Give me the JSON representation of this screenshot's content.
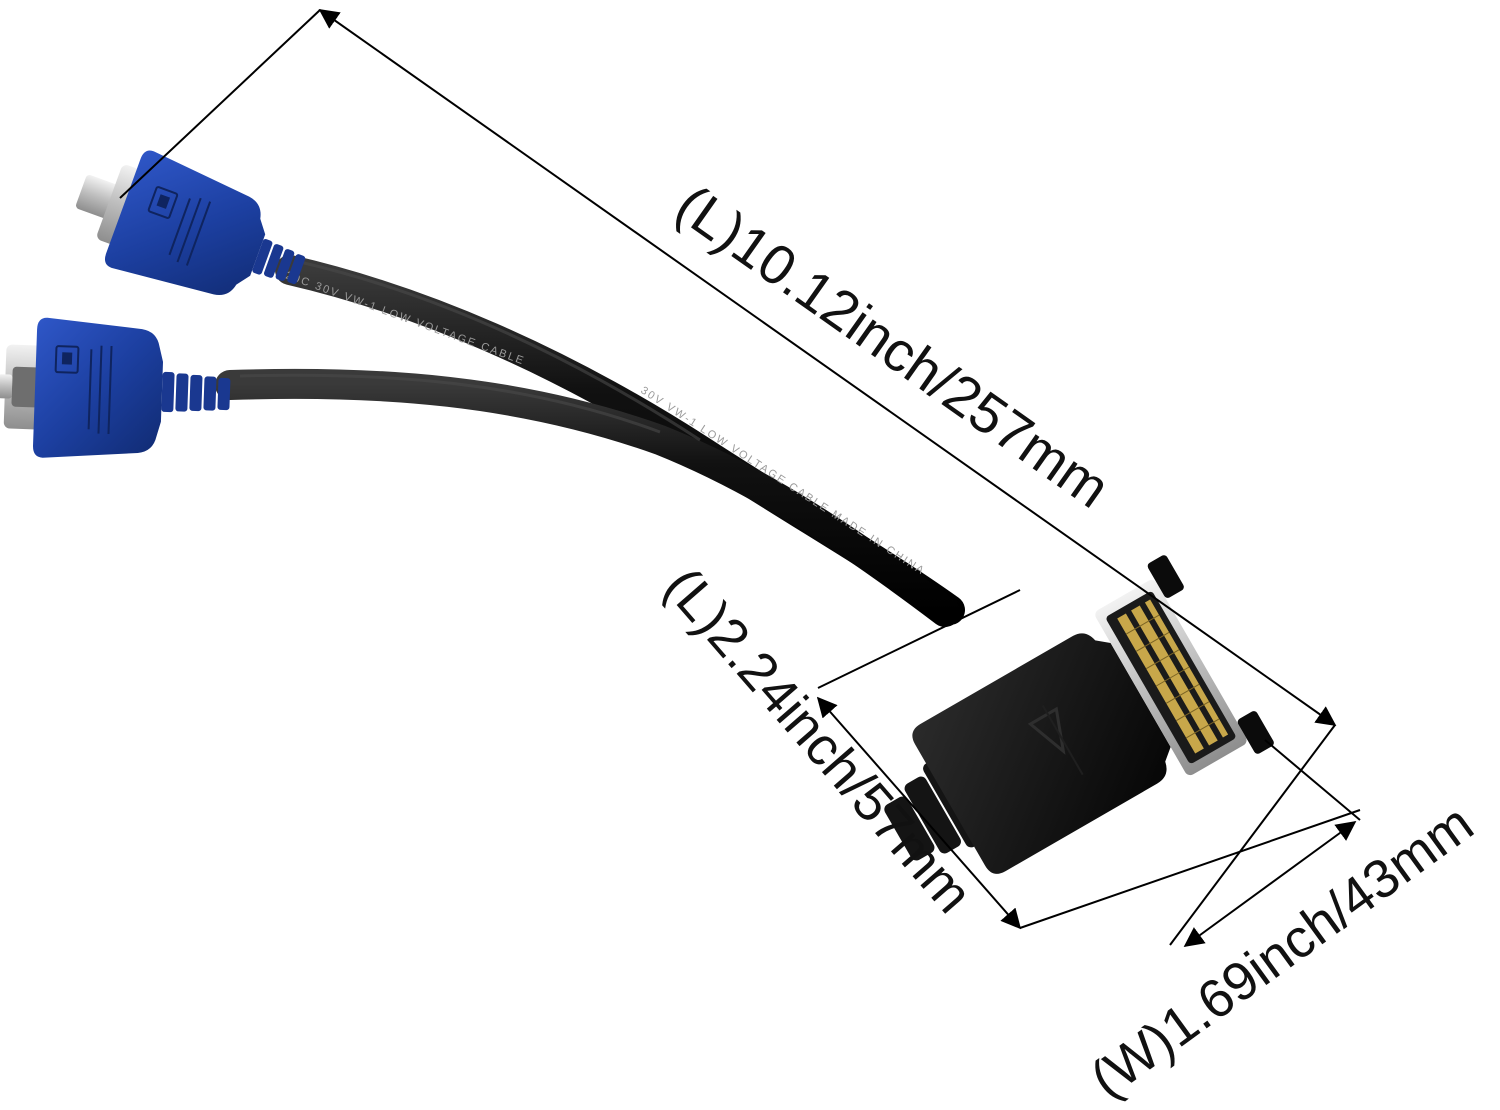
{
  "dimensions": {
    "length_total": "(L)10.12inch/257mm",
    "length_connector": "(L)2.24inch/57mm",
    "width_connector": "(W)1.69inch/43mm"
  },
  "cable_print": {
    "upper": "20C 30V VW-1 LOW VOLTAGE CABLE",
    "lower": "30V VW-1 LOW VOLTAGE CABLE MADE IN CHINA"
  },
  "colors": {
    "vga_blue": "#1c3fa0",
    "vga_blue_dark": "#142e7a",
    "cable_black": "#0d0d0d",
    "connector_black": "#111111",
    "pin_gold": "#c8a74a",
    "metal_silver": "#cfcfcf",
    "dimension_line": "#000000"
  },
  "icons": {
    "vga_connector_top": "vga-female-connector",
    "vga_connector_bottom": "vga-female-connector",
    "dms59_connector": "dms-59-male-connector"
  }
}
